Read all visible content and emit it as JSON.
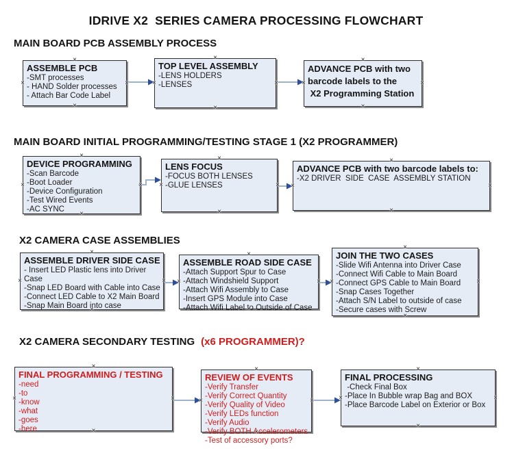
{
  "title": "IDRIVE X2  SERIES CAMERA PROCESSING FLOWCHART",
  "colors": {
    "box_fill": "#e6ecf6",
    "box_border": "#2e2e2e",
    "box_shadow": "#8a8a8a",
    "arrow_shaft": "#9fb2cb",
    "arrow_head": "#2f4f96",
    "red_text": "#cf1d1d",
    "black_text": "#141414"
  },
  "sections": [
    {
      "heading": "MAIN BOARD PCB ASSEMBLY PROCESS",
      "heading_suffix": "",
      "boxes": [
        {
          "title": "ASSEMBLE PCB",
          "items": [
            "-SMT processes",
            "- HAND Solder processes",
            "- Attach Bar Code Label"
          ],
          "color": "black"
        },
        {
          "title": "TOP LEVEL ASSEMBLY",
          "items": [
            "-LENS HOLDERS",
            "-LENSES"
          ],
          "color": "black"
        },
        {
          "title": "ADVANCE PCB with two\nbarcode labels to the\n X2 Programming Station",
          "items": [],
          "color": "black"
        }
      ]
    },
    {
      "heading": "MAIN BOARD INITIAL PROGRAMMING/TESTING STAGE 1 (X2 PROGRAMMER)",
      "heading_suffix": "",
      "boxes": [
        {
          "title": "DEVICE PROGRAMMING",
          "items": [
            "-Scan Barcode",
            "-Boot Loader",
            "-Device Configuration",
            "-Test Wired Events",
            "-AC SYNC"
          ],
          "color": "black"
        },
        {
          "title": "LENS FOCUS",
          "items": [
            "-FOCUS BOTH LENSES",
            "-GLUE LENSES"
          ],
          "color": "black"
        },
        {
          "title": "ADVANCE PCB with two barcode labels to:",
          "items": [
            "-X2 DRIVER  SIDE  CASE  ASSEMBLY STATION"
          ],
          "color": "black"
        }
      ]
    },
    {
      "heading": "X2 CAMERA CASE ASSEMBLIES",
      "heading_suffix": "",
      "boxes": [
        {
          "title": "ASSEMBLE DRIVER SIDE CASE",
          "items": [
            "- Insert LED Plastic lens into Driver Case",
            "-Snap LED Board with Cable into Case",
            "-Connect LED Cable to X2 Main Board",
            "-Snap Main Board into case"
          ],
          "color": "black"
        },
        {
          "title": "ASSEMBLE ROAD SIDE CASE",
          "items": [
            "-Attach Support Spur to Case",
            "-Attach Windshield Support",
            "-Attach Wifi Assembly to Case",
            "-Insert GPS Module into Case",
            "-Attach Wifi Label to Outside of Case"
          ],
          "color": "black"
        },
        {
          "title": "JOIN THE TWO CASES",
          "items": [
            "-Slide Wifi Antenna into Driver Case",
            "-Connect Wifi Cable to Main Board",
            "-Connect GPS Cable to Main Board",
            "-Snap Cases Together",
            "-Attach S/N Label to outside of case",
            "-Secure cases with Screw"
          ],
          "color": "black"
        }
      ]
    },
    {
      "heading": "X2 CAMERA SECONDARY TESTING",
      "heading_suffix": "(x6 PROGRAMMER)?",
      "boxes": [
        {
          "title": "FINAL PROGRAMMING / TESTING",
          "items": [
            "-need",
            "-to",
            "-know",
            "-what",
            "-goes",
            "-here"
          ],
          "color": "red"
        },
        {
          "title": "REVIEW OF EVENTS",
          "items": [
            "-Verify Transfer",
            "-Verify Correct Quantity",
            "-Verify Quality of Video",
            "-Verify LEDs function",
            "-Verify Audio",
            "-Verify BOTH Accelerometers",
            "-Test of accessory ports?"
          ],
          "color": "red"
        },
        {
          "title": "FINAL PROCESSING",
          "items": [
            " -Check Final Box",
            "-Place In Bubble wrap Bag and BOX",
            "-Place Barcode Label on Exterior or Box"
          ],
          "color": "black"
        }
      ]
    }
  ]
}
